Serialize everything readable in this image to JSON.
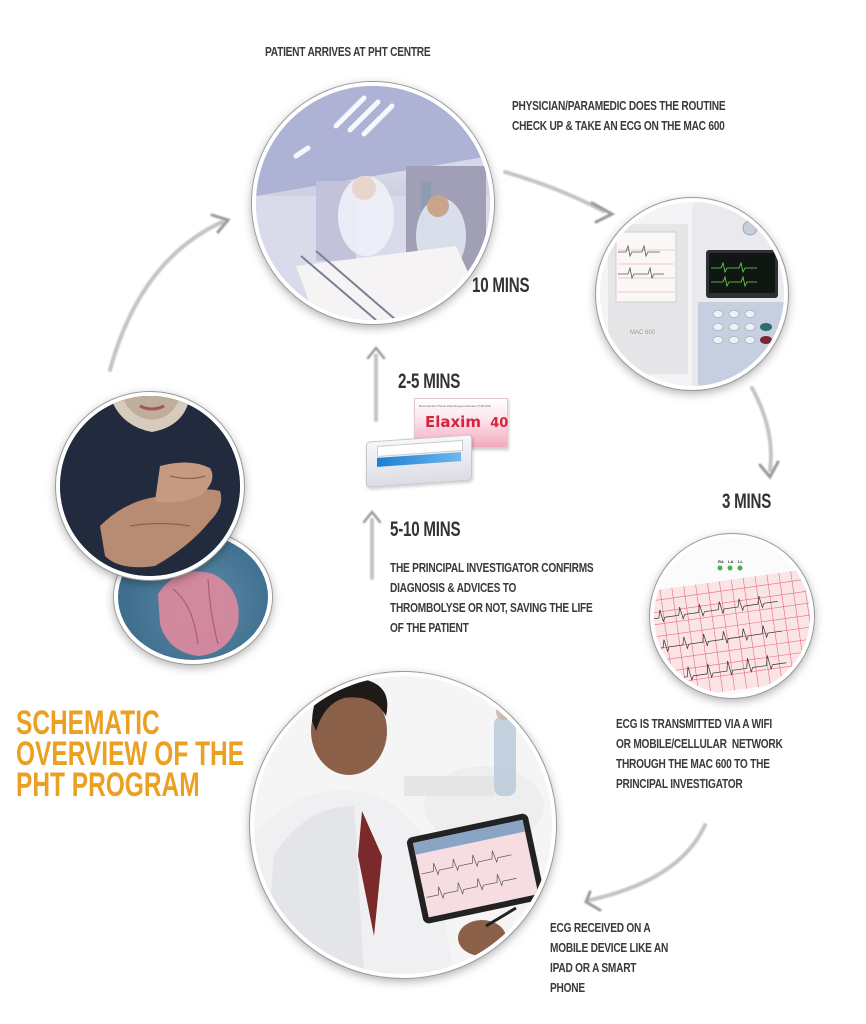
{
  "diagram": {
    "title": [
      "SCHEMATIC",
      "OVERVIEW OF THE",
      "PHT PROGRAM"
    ],
    "steps": {
      "arrival": {
        "caption": "PATIENT ARRIVES AT PHT CENTRE",
        "image": "hospital-corridor-stretcher"
      },
      "ecg_acquisition": {
        "caption": [
          "PHYSICIAN/PARAMEDIC DOES THE ROUTINE",
          "CHECK UP & TAKE AN ECG ON THE MAC 600"
        ],
        "image": "mac-600-ecg-machine",
        "device_label": "MAC 600"
      },
      "transmission": {
        "caption": [
          "ECG IS TRANSMITTED VIA A WIFI",
          "OR MOBILE/CELLULAR  NETWORK",
          "THROUGH THE MAC 600 TO THE",
          "PRINCIPAL INVESTIGATOR"
        ],
        "image": "ecg-printout",
        "lead_labels": [
          "RA",
          "LA",
          "LL"
        ]
      },
      "reception": {
        "caption": [
          "ECG RECEIVED ON A",
          "MOBILE DEVICE LIKE AN",
          "IPAD OR A SMART",
          "PHONE"
        ],
        "image": "doctor-with-tablet"
      },
      "diagnosis": {
        "caption": [
          "THE PRINCIPAL INVESTIGATOR CONFIRMS",
          "DIAGNOSIS & ADVICES TO",
          "THROMBOLYSE OR NOT, SAVING THE LIFE",
          "OF THE PATIENT"
        ]
      },
      "drug": {
        "image": "elaxim-drug-box",
        "brand": "Elaxim",
        "dose": "40",
        "subtitle": "Recombinant Tissue Plasminogen Activator (TNK-tPA)"
      },
      "symptom": {
        "image": "man-clutching-chest-heart"
      }
    },
    "timings": {
      "arrival_to_ecg": "10 MINS",
      "ecg_to_transmission": "3 MINS",
      "diagnosis": "5-10 MINS",
      "drug_to_treatment": "2-5 MINS"
    },
    "colors": {
      "title": "#eba022",
      "text": "#3a3a3a",
      "arrow": "#bdbdbd",
      "background": "#ffffff"
    }
  }
}
